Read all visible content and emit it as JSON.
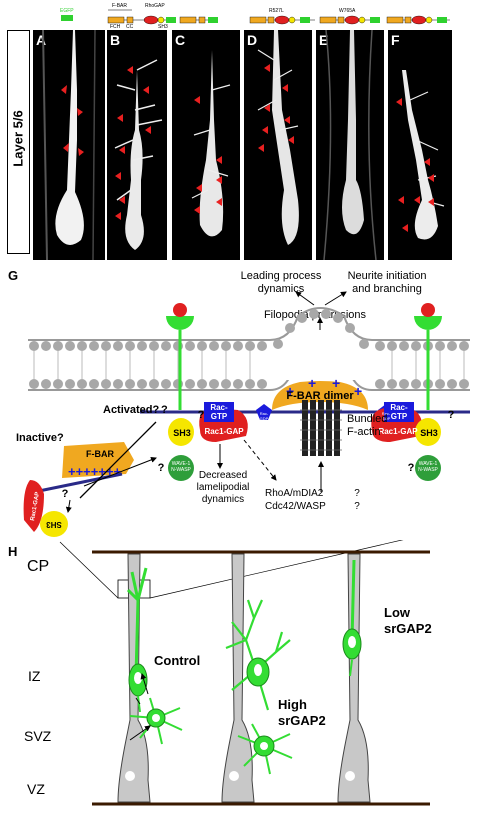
{
  "top_panels": {
    "layer_label": "Layer 5/6",
    "construct_labels": {
      "egfp": "EGFP",
      "fbar": "F-BAR",
      "rhogap": "RhoGAP",
      "fch": "FCH",
      "cc": "CC",
      "sh3": "SH3",
      "mut1": "R527L",
      "mut2": "W765A"
    },
    "panels": [
      {
        "letter": "A"
      },
      {
        "letter": "B"
      },
      {
        "letter": "C"
      },
      {
        "letter": "D"
      },
      {
        "letter": "E"
      },
      {
        "letter": "F"
      }
    ]
  },
  "panel_g": {
    "letter": "G",
    "labels": {
      "leading": "Leading process\ndynamics",
      "neurite": "Neurite initiation\nand branching",
      "filopodia": "Filopodia protrusions",
      "activated": "Activated?",
      "inactive": "Inactive?",
      "fbar": "F-BAR",
      "sh3": "SH3",
      "fbar_dimer": "F-BAR dimer",
      "rac_gtp": "Rac-\nGTP",
      "rac1_gap": "Rac1-GAP",
      "rac_gdp": "Rac-\nGDP",
      "wave": "WAVE-1\nN-WASP",
      "bundled": "Bundled\nF-actin",
      "decreased": "Decreased\nlamelipodial\ndynamics",
      "rhoa": "RhoA/mDIA2",
      "cdc42": "Cdc42/WASP",
      "q": "?",
      "plus": "+++++++",
      "rac1gap_vertical": "Rac1-GAP",
      "sh3_inactive": "SH3"
    }
  },
  "panel_h": {
    "letter": "H",
    "zones": [
      "CP",
      "IZ",
      "SVZ",
      "VZ"
    ],
    "labels": {
      "control": "Control",
      "high": "High\nsrGAP2",
      "low": "Low\nsrGAP2"
    }
  },
  "colors": {
    "neuron_green": "#33dd33",
    "radial_glia": "#c8c8c8",
    "fbar_orange": "#f0a820",
    "gap_red": "#e02020",
    "sh3_yellow": "#f5e600",
    "rac_blue": "#1a1adc",
    "wave_green": "#2e9e3a",
    "membrane_gray": "#a8a8a8"
  }
}
